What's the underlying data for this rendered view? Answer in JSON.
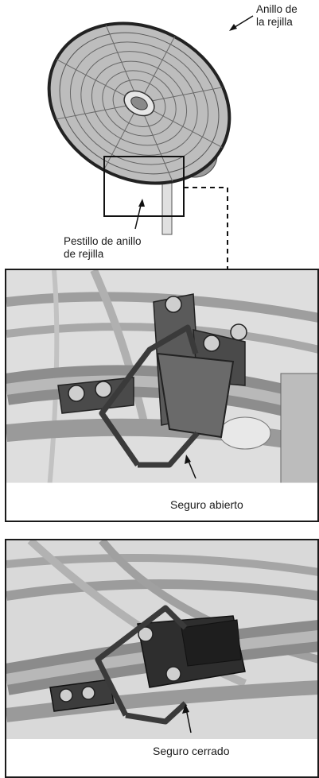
{
  "callouts": {
    "grille_ring": [
      "Anillo de",
      "la rejilla"
    ],
    "grille_latch": [
      "Pestillo de anillo",
      "de rejilla"
    ]
  },
  "panels": {
    "open": {
      "caption": "Seguro abierto"
    },
    "closed": {
      "caption": "Seguro cerrado"
    }
  },
  "colors": {
    "ink": "#1a1a1a",
    "steel": "#7d7d7d",
    "light_steel": "#c9c9c9",
    "dark_bracket": "#3a3a3a"
  }
}
